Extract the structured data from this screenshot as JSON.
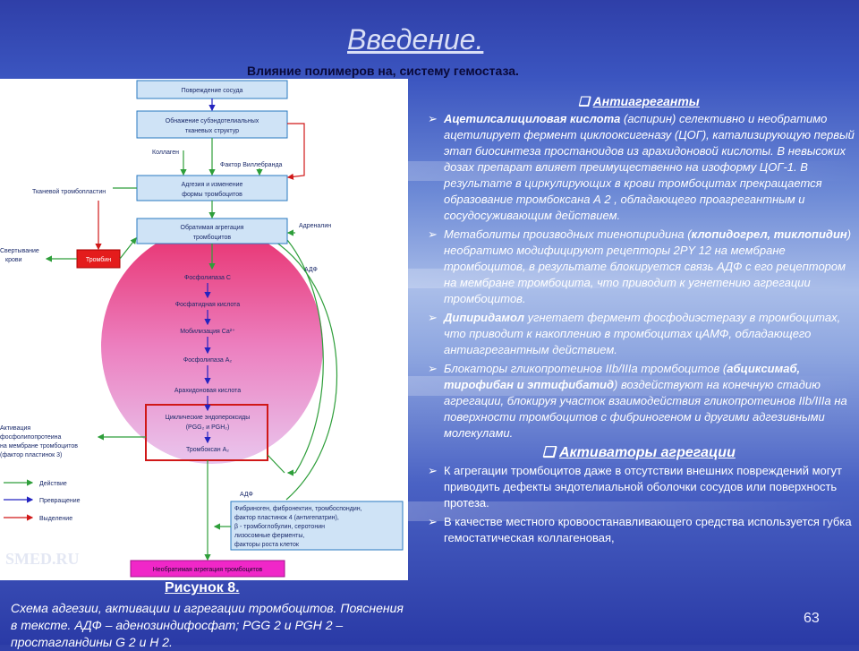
{
  "slide": {
    "title": "Введение.",
    "subtitle": "Влияние полимеров на, систему гемостаза.",
    "page_number": "63",
    "watermark": "SMED.RU"
  },
  "figure": {
    "label": "Рисунок 8.",
    "caption": "Схема адгезии, активации и агрегации тромбоцитов. Пояснения в тексте. АДФ – аденозиндифосфат; PGG 2 и PGH 2 – простагландины G 2 и H 2."
  },
  "diagram": {
    "boxes": {
      "b1": "Повреждение сосуда",
      "b2a": "Обнажение субэндотелиальных",
      "b2b": "тканевых структур",
      "b3a": "Адгезия и изменение",
      "b3b": "формы тромбоцитов",
      "b4a": "Обратимая агрегация",
      "b4b": "тромбоцитов",
      "thrombin": "Тромбин",
      "final": "Необратимая агрегация тромбоцитов",
      "fib": [
        "Фибриноген, фибронектин, тромбоспондин,",
        "фактор пластинок 4 (антигепатрин),",
        "β - тромбоглобулин, серотонин",
        "лизосомные ферменты,",
        "факторы роста клеток"
      ]
    },
    "labels": {
      "collagen": "Коллаген",
      "willebrand": "Фактор Виллебранда",
      "tissue": "Тканевой тромбопластин",
      "adrenaline": "Адреналин",
      "adp1": "АДФ",
      "adp2": "АДФ",
      "coag1": "Свертывание",
      "coag2": "крови",
      "act": [
        "Активация",
        "фосфолипопротеина",
        "на мембране тромбоцитов",
        "(фактор пластинок 3)"
      ]
    },
    "circle": {
      "c1": "Фосфолипаза С",
      "c2": "Фосфатидная кислота",
      "c3": "Мобилизация Са²⁺",
      "c4": "Фосфолипаза А₂",
      "c5": "Арахидоновая кислота",
      "c6a": "Циклические эндопероксиды",
      "c6b": "(PGG₂ и PGH₂)",
      "c7": "Тромбоксан А₂"
    },
    "legend": {
      "action": "Действие",
      "conversion": "Превращение",
      "release": "Выделение",
      "colors": {
        "action": "#2e9e3a",
        "conversion": "#2323c0",
        "release": "#d01818"
      }
    }
  },
  "right": {
    "h1": "Антиагреганты",
    "p1a": "Ацетилсалициловая кислота",
    "p1b": " (аспирин) селективно и необратимо ацетилирует фермент циклооксигеназу (ЦОГ), катализирующую первый этап биосинтеза простаноидов из арахидоновой кислоты. В невысоких дозах препарат влияет преимущественно на изоформу ЦОГ-1. В результате в циркулирующих в крови тромбоцитах прекращается образование тромбоксана А 2 , обладающего проагрегантным и сосудосуживающим действием.",
    "p2a": "Метаболиты производных тиенопиридина (",
    "p2b": "клопидогрел, тиклопидин",
    "p2c": ") необратимо модифицируют рецепторы 2PY 12 на мембране тромбоцитов, в результате блокируется связь АДФ с его рецептором на мембране тромбоцита, что приводит к угнетению агрегации тромбоцитов.",
    "p3a": "Дипиридамол",
    "p3b": " угнетает фермент фосфодиэстеразу в тромбоцитах, что приводит к накоплению в тромбоцитах цАМФ, обладающего антиагрегантным действием.",
    "p4a": " Блокаторы гликопротеинов IIb/IIIa тромбоцитов (",
    "p4b": "абциксимаб, тирофибан и эптифибатид",
    "p4c": ") воздействуют на конечную стадию агрегации, блокируя участок взаимодействия гликопротеинов IIb/IIIa на поверхности тромбоцитов с фибриногеном и другими адгезивными молекулами.",
    "h2": "Активаторы агрегации",
    "p5": "К агрегации тромбоцитов даже в отсутствии внешних повреждений могут приводить дефекты эндотелиальной оболочки сосудов или поверхность протеза.",
    "p6": "В качестве местного кровоостанавливающего средства используется губка гемостатическая коллагеновая,"
  }
}
